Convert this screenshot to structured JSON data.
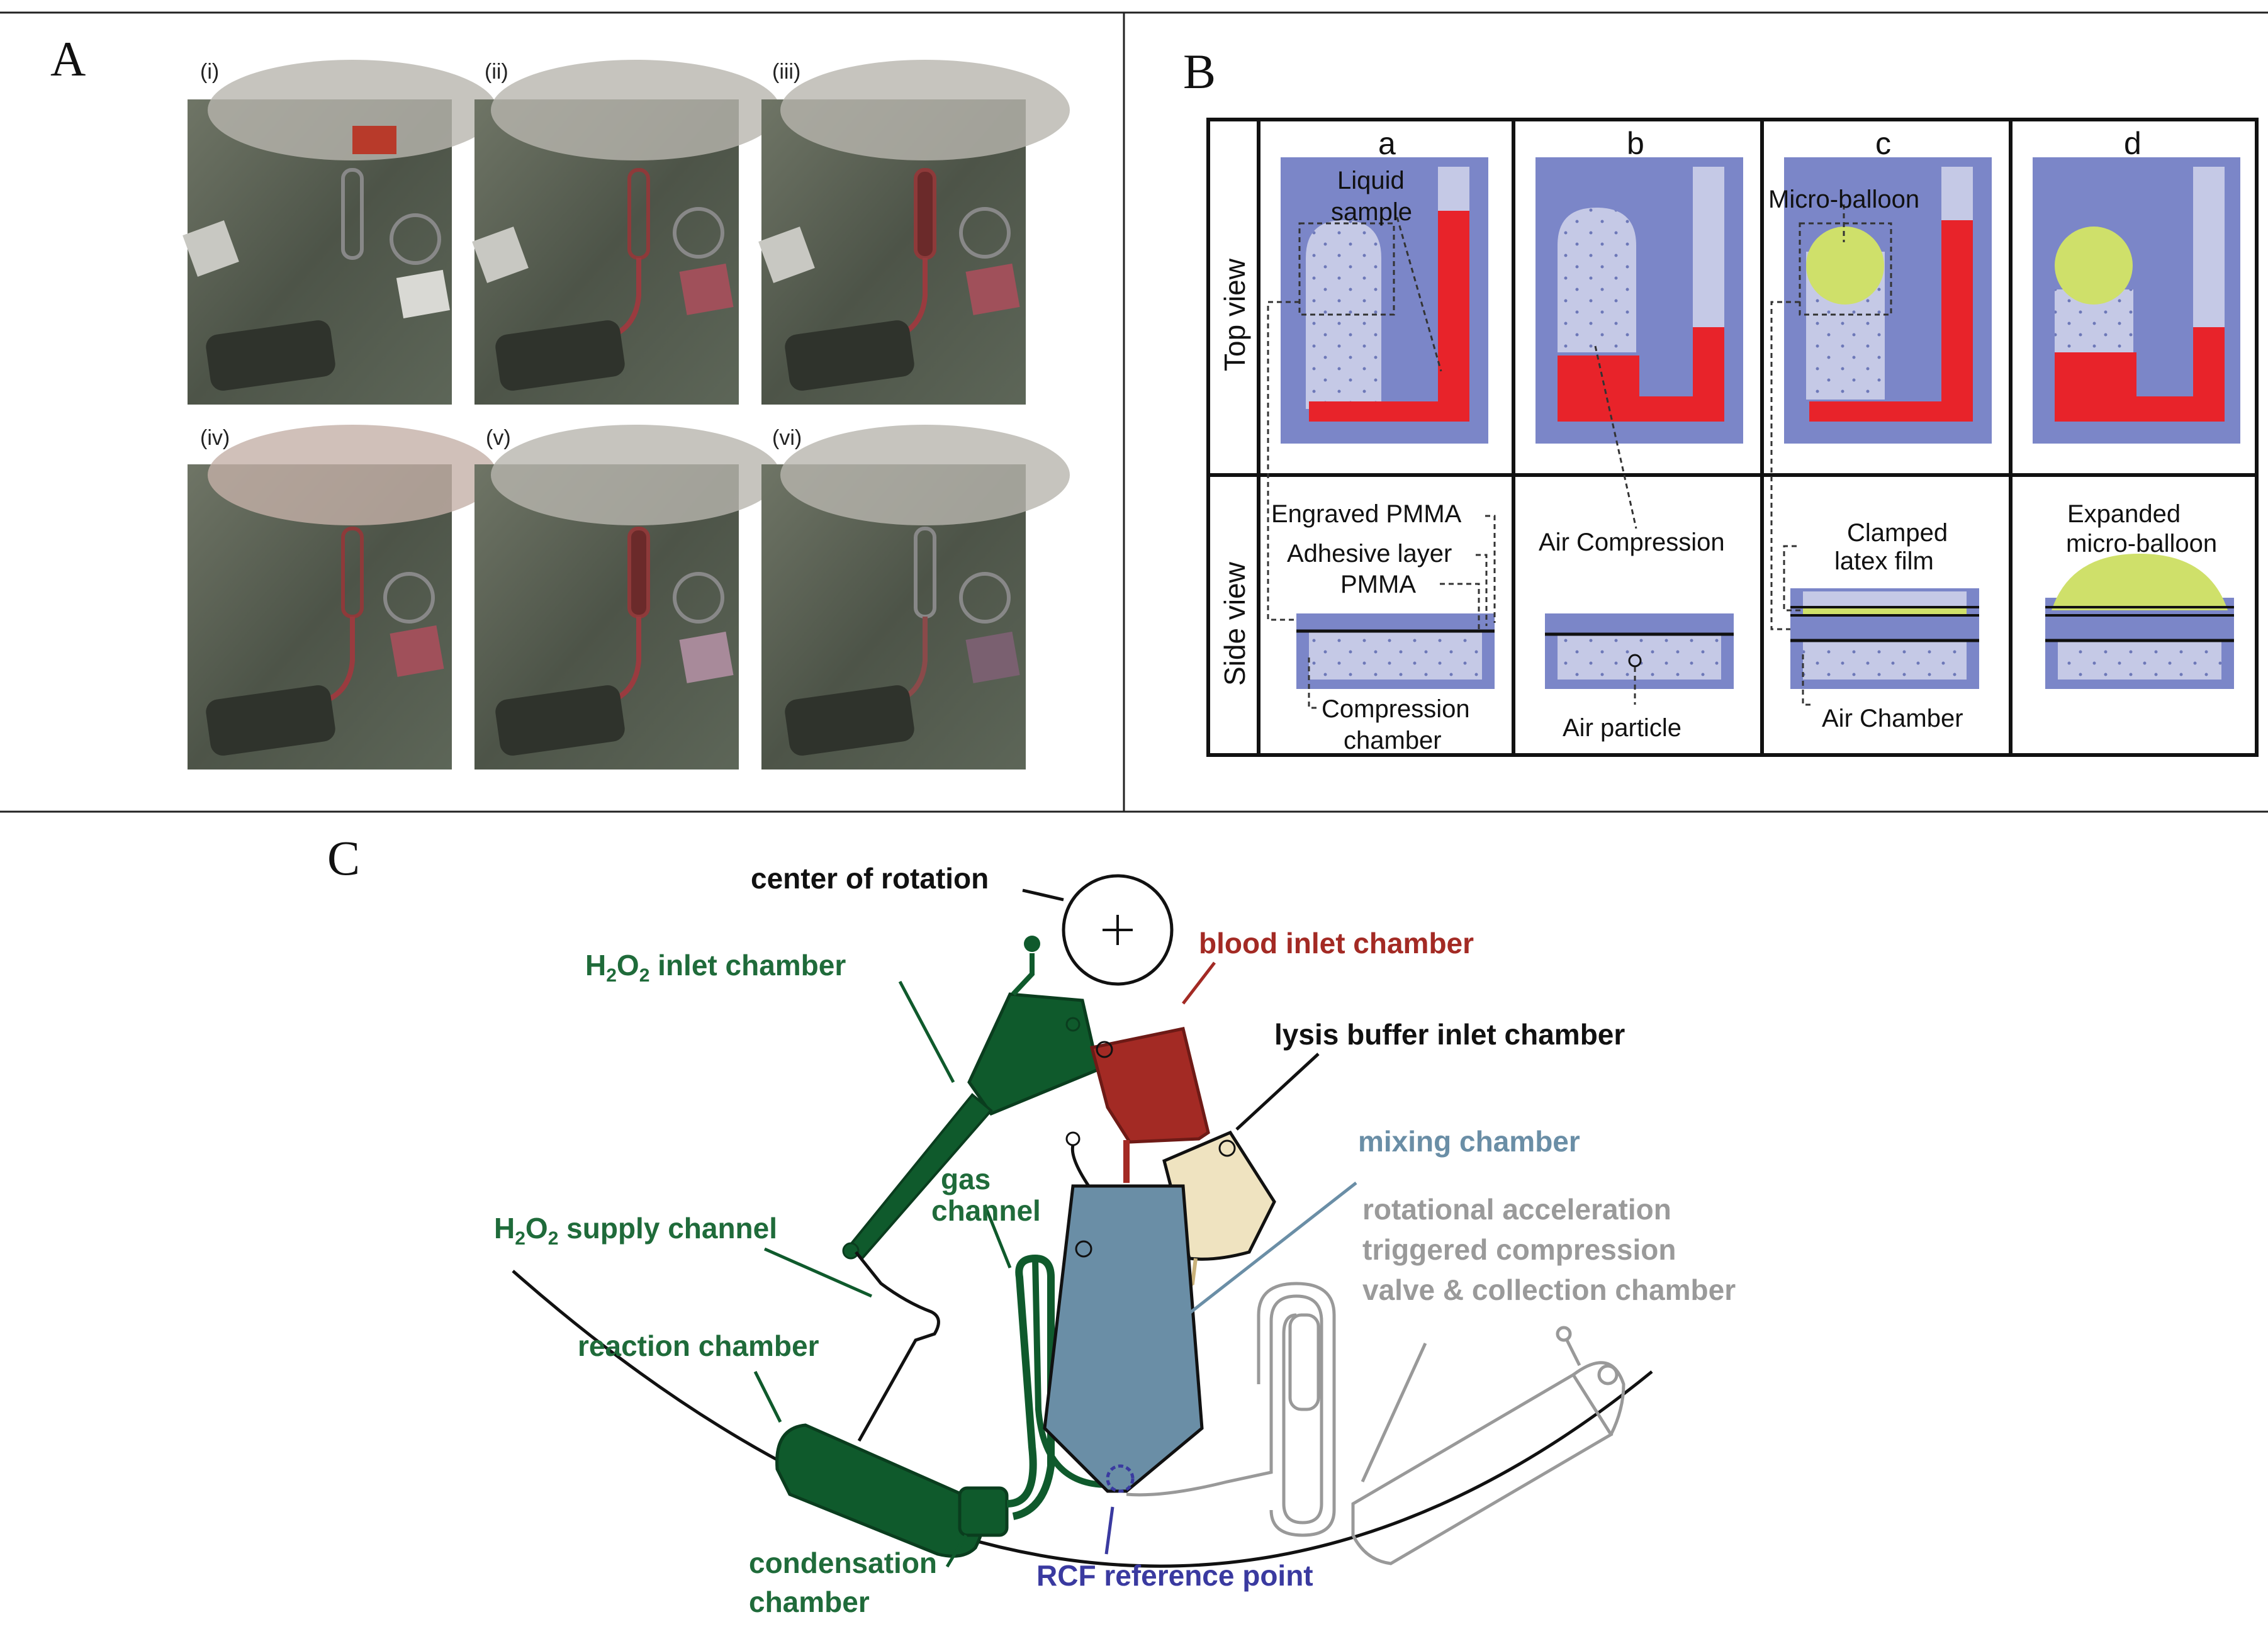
{
  "panel_a": {
    "label": "A",
    "photos": [
      {
        "label": "(i)"
      },
      {
        "label": "(ii)"
      },
      {
        "label": "(iii)"
      },
      {
        "label": "(iv)"
      },
      {
        "label": "(v)"
      },
      {
        "label": "(vi)"
      }
    ]
  },
  "panel_b": {
    "label": "B",
    "row_labels": {
      "top": "Top view",
      "side": "Side view"
    },
    "columns": [
      "a",
      "b",
      "c",
      "d"
    ],
    "annotations": {
      "liquid_sample_1": "Liquid",
      "liquid_sample_2": "sample",
      "micro_balloon": "Micro-balloon",
      "engraved_pmma": "Engraved PMMA",
      "adhesive_layer": "Adhesive layer",
      "pmma": "PMMA",
      "compression_chamber_1": "Compression",
      "compression_chamber_2": "chamber",
      "air_compression": "Air Compression",
      "air_particle": "Air particle",
      "clamped_1": "Clamped",
      "clamped_2": "latex film",
      "air_chamber": "Air Chamber",
      "expanded_1": "Expanded",
      "expanded_2": "micro-balloon"
    },
    "colors": {
      "chip": "#7b86c8",
      "chamber": "#c5c9e6",
      "liquid": "#e8232a",
      "balloon": "#cfe06a"
    }
  },
  "panel_c": {
    "label": "C",
    "labels": {
      "center_of_rotation": "center of rotation",
      "h2o2_inlet_chamber": {
        "p1": "H",
        "s1": "2",
        "p2": "O",
        "s2": "2",
        "rest": " inlet chamber"
      },
      "blood_inlet_chamber": "blood inlet chamber",
      "lysis_buffer_inlet_chamber": "lysis buffer inlet chamber",
      "mixing_chamber": "mixing chamber",
      "gas_channel_1": "gas",
      "gas_channel_2": "channel",
      "h2o2_supply_channel": {
        "p1": "H",
        "s1": "2",
        "p2": "O",
        "s2": "2",
        "rest": " supply channel"
      },
      "rotational_1": "rotational acceleration",
      "rotational_2": "triggered compression",
      "rotational_3": "valve & collection chamber",
      "reaction_chamber": "reaction chamber",
      "condensation_1": "condensation",
      "condensation_2": "chamber",
      "rcf_reference_point": "RCF reference point"
    },
    "colors": {
      "green": "#1f6b3a",
      "dark_green": "#0f5a2c",
      "blood": "#a32a24",
      "lysis": "#efe3c0",
      "mixing": "#6a8ea6",
      "gray": "#9a9a9a",
      "rcf": "#3a3aa0"
    }
  }
}
